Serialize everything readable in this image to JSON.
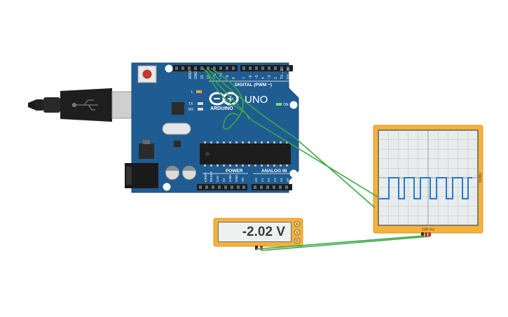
{
  "board": {
    "brand": "ARDUINO",
    "model": "UNO",
    "digital_header": "DIGITAL (PWM ~)",
    "power_header": "POWER",
    "analog_header": "ANALOG IN",
    "on_label": "ON",
    "led_l": "L",
    "led_tx": "TX",
    "led_rx": "RX",
    "digital_pins": [
      "AREF",
      "GND",
      "13",
      "12",
      "~11",
      "~10",
      "~9",
      "8",
      "7",
      "~6",
      "~5",
      "4",
      "~3",
      "2",
      "TX→1",
      "RX←0"
    ],
    "power_pins": [
      "IOREF",
      "RESET",
      "3.3V",
      "5V",
      "GND",
      "GND",
      "Vin"
    ],
    "analog_pins": [
      "A0",
      "A1",
      "A2",
      "A3",
      "A4",
      "A5"
    ]
  },
  "multimeter": {
    "reading": "-2.02 V",
    "modes": [
      "A",
      "V",
      "R"
    ]
  },
  "oscilloscope": {
    "time_label": "100 ms",
    "volt_label": "5V/div"
  },
  "colors": {
    "board": "#1f5c91",
    "wire": "#3aa846",
    "instrument_frame": "#f3b23b",
    "trace": "#2a79c9"
  }
}
